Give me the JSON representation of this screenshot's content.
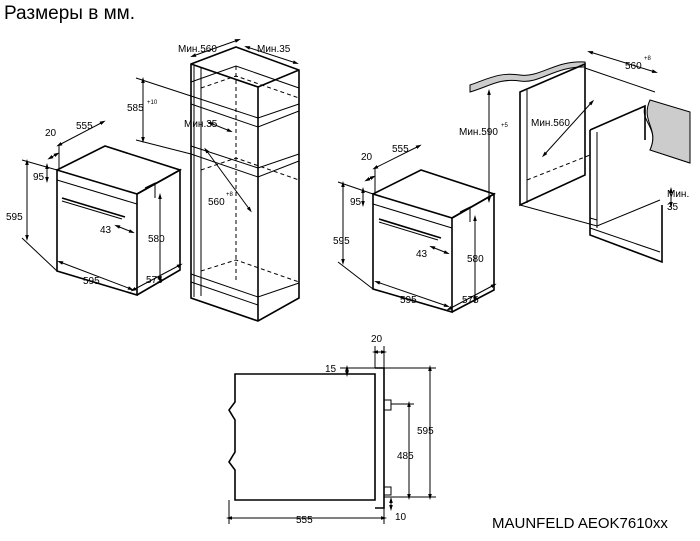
{
  "header": {
    "title": "Размеры в мм."
  },
  "footer": {
    "model": "MAUNFELD AEOK7610xx"
  },
  "left_oven": {
    "depth_top": "555",
    "panel": "20",
    "offset_95": "95",
    "height": "595",
    "width": "595",
    "depth": "575",
    "inner_height": "580",
    "handle": "43"
  },
  "column": {
    "min_width": "Мин.560",
    "min_gap_top": "Мин.35",
    "height_585": "585",
    "tol_585": "+10",
    "min_gap_mid": "Мин.35",
    "width_560": "560",
    "tol_560": "+8"
  },
  "middle_oven": {
    "panel": "20",
    "depth_top": "555",
    "offset_95": "95",
    "height": "595",
    "handle": "43",
    "inner_height": "580",
    "width": "595",
    "depth": "575"
  },
  "under_counter": {
    "width_560": "560",
    "tol_560": "+8",
    "height_590": "Мин.590",
    "tol_590": "+5",
    "min_depth": "Мин.560",
    "min_gap_line1": "Мин.",
    "min_gap_line2": "35"
  },
  "side_view": {
    "panel": "20",
    "top_offset": "15",
    "height": "595",
    "inner": "485",
    "depth": "555",
    "bottom": "10"
  }
}
